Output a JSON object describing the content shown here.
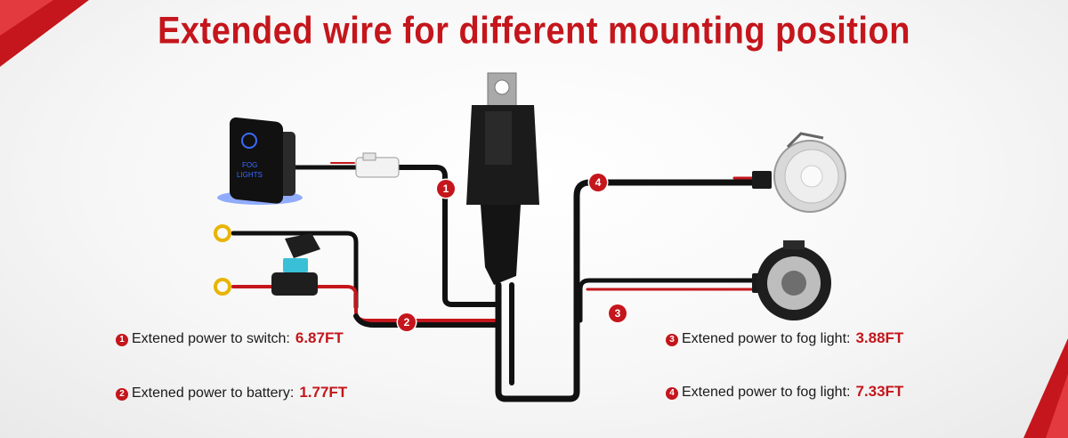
{
  "title": "Extended wire for different mounting position",
  "switch": {
    "text_line1": "FOG",
    "text_line2": "LIGHTS"
  },
  "badges": [
    "1",
    "2",
    "3",
    "4"
  ],
  "specs": [
    {
      "num": "1",
      "label": "Extened power to switch:",
      "value": "6.87FT"
    },
    {
      "num": "2",
      "label": "Extened power to battery:",
      "value": "1.77FT"
    },
    {
      "num": "3",
      "label": "Extened power to fog light:",
      "value": "3.88FT"
    },
    {
      "num": "4",
      "label": "Extened power to fog light:",
      "value": "7.33FT"
    }
  ],
  "colors": {
    "accent": "#c4161c",
    "wire": "#111111",
    "switch_glow": "#3a6bff"
  }
}
